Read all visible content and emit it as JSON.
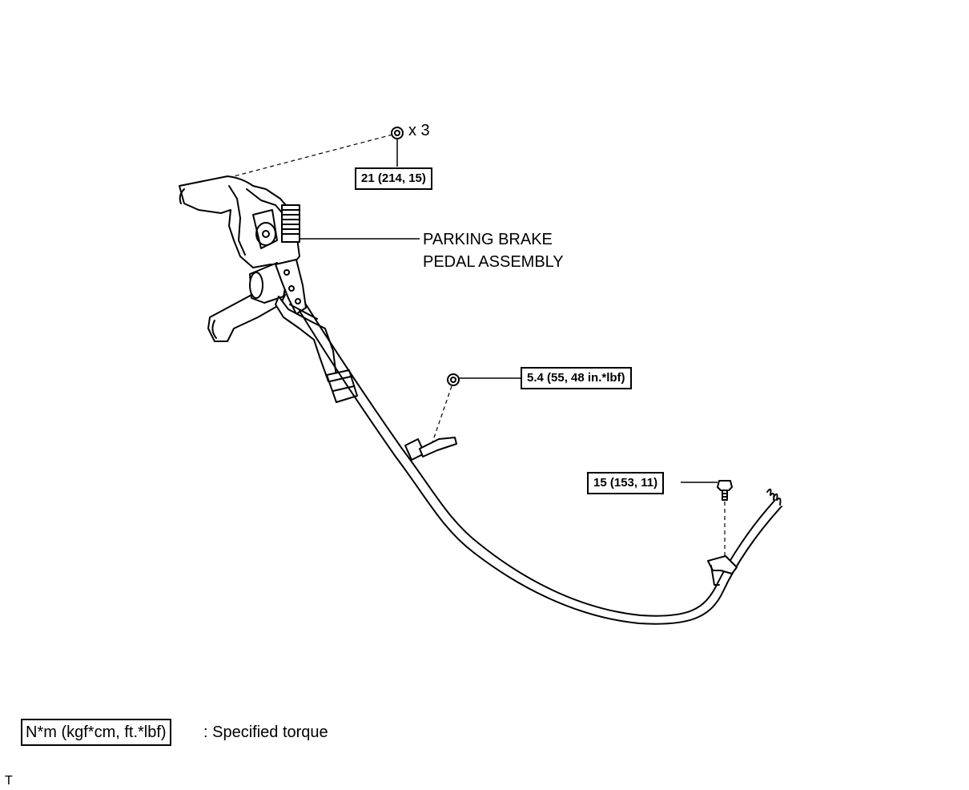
{
  "callouts": {
    "nuts_qty": "x 3",
    "torque_top": "21 (214, 15)",
    "torque_mid": "5.4 (55, 48 in.*lbf)",
    "torque_bolt": "15 (153, 11)"
  },
  "part_label": {
    "line1": "PARKING BRAKE",
    "line2": "PEDAL ASSEMBLY"
  },
  "legend": {
    "box": "N*m (kgf*cm, ft.*lbf)",
    "text": ": Specified torque"
  },
  "corner_mark": "T"
}
